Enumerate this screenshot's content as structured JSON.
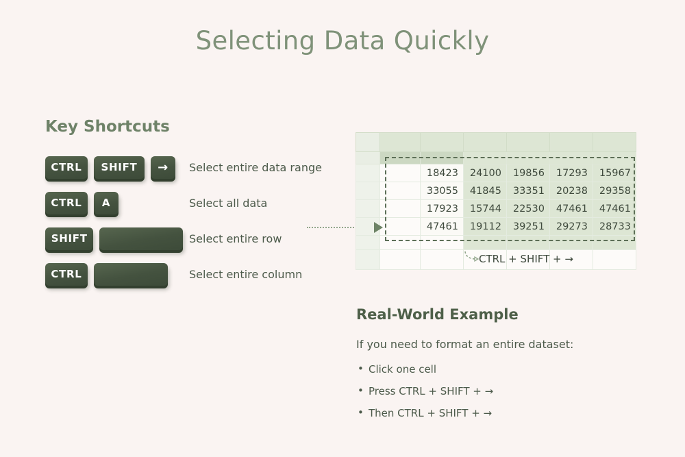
{
  "title": "Selecting Data Quickly",
  "shortcuts_section": {
    "heading": "Key Shortcuts",
    "rows": [
      {
        "keys": [
          {
            "label": "CTRL",
            "type": "ctrl"
          },
          {
            "label": "SHIFT",
            "type": "shift"
          },
          {
            "label": "→",
            "type": "arrow"
          }
        ],
        "description": "Select entire data range"
      },
      {
        "keys": [
          {
            "label": "CTRL",
            "type": "ctrl"
          },
          {
            "label": "A",
            "type": "a"
          }
        ],
        "description": "Select all data"
      },
      {
        "keys": [
          {
            "label": "SHIFT",
            "type": "shift"
          },
          {
            "label": "",
            "type": "bar-wide"
          }
        ],
        "description": "Select entire row"
      },
      {
        "keys": [
          {
            "label": "CTRL",
            "type": "ctrl"
          },
          {
            "label": "",
            "type": "bar-med"
          }
        ],
        "description": "Select entire column"
      }
    ]
  },
  "spreadsheet": {
    "caption": "CTRL + SHIFT + →",
    "data_rows": [
      [
        "18423",
        "24100",
        "19856",
        "17293",
        "15967"
      ],
      [
        "33055",
        "41845",
        "33351",
        "20238",
        "29358"
      ],
      [
        "17923",
        "15744",
        "22530",
        "47461",
        "47461"
      ],
      [
        "47461",
        "19112",
        "39251",
        "29273",
        "28733"
      ]
    ]
  },
  "example_section": {
    "heading": "Real-World Example",
    "intro": "If you need to format an entire dataset:",
    "items": [
      "Click one cell",
      "Press CTRL + SHIFT + →",
      "Then CTRL + SHIFT + →"
    ]
  },
  "colors": {
    "background": "#faf4f2",
    "title": "#7f9279",
    "heading": "#6e8268",
    "keycap": "#48564a",
    "sheet_header": "#dde6d4",
    "selection_border": "#5d6f57"
  }
}
